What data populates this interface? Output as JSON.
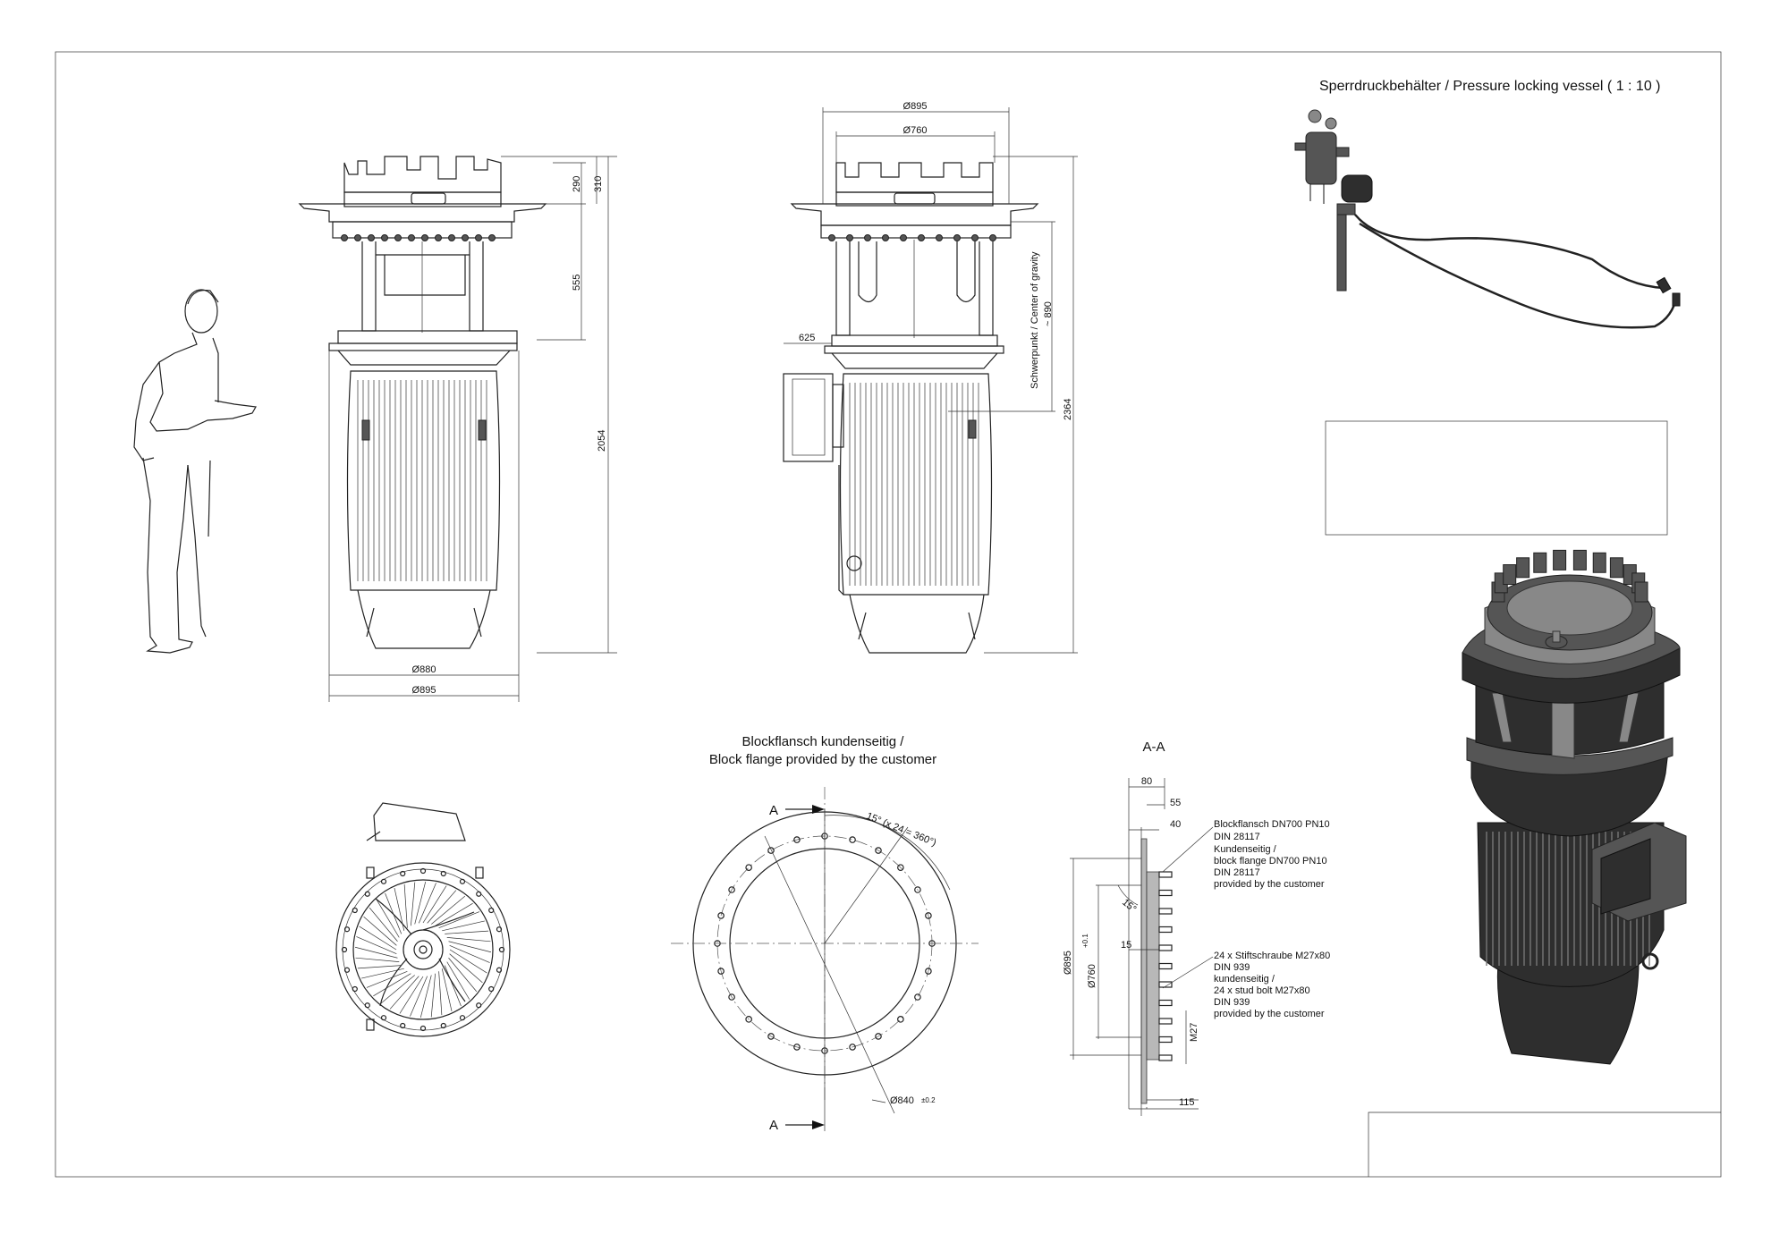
{
  "title_block": {
    "vessel_title": "Sperrdruckbehälter / Pressure locking vessel ( 1 : 10 )"
  },
  "side_view": {
    "dims": {
      "d880": "Ø880",
      "d895": "Ø895",
      "h290": "290",
      "h310": "310",
      "h555": "555",
      "h2054": "2054"
    }
  },
  "front_view": {
    "dims": {
      "d895": "Ø895",
      "d760": "Ø760",
      "w625": "625",
      "h2364": "2364"
    },
    "cog_label": "Schwerpunkt / Center of gravity",
    "cog_value": "~ 890"
  },
  "flange_view": {
    "title_line1": "Blockflansch kundenseitig /",
    "title_line2": "Block flange provided by the customer",
    "section_mark_top": "A",
    "section_mark_bottom": "A",
    "angle_note": "15° (x 24 = 360°)",
    "bolt_circle": "Ø840",
    "bolt_circle_tol": "±0.2"
  },
  "section_view": {
    "title": "A-A",
    "dims": {
      "d80": "80",
      "d55": "55",
      "d40": "40",
      "d15": "15",
      "d895": "Ø895",
      "d760": "Ø760",
      "d760_tol": "+0.1",
      "m27": "M27",
      "d115": "115",
      "angle15": "15°"
    },
    "note_flange": [
      "Blockflansch DN700 PN10",
      "DIN 28117",
      "Kundenseitig /",
      "block flange  DN700 PN10",
      "DIN 28117",
      "provided by the customer"
    ],
    "note_bolts": [
      "24 x Stiftschraube M27x80",
      "DIN 939",
      "kundenseitig /",
      "24 x stud bolt M27x80",
      "DIN 939",
      "provided by the customer"
    ]
  }
}
